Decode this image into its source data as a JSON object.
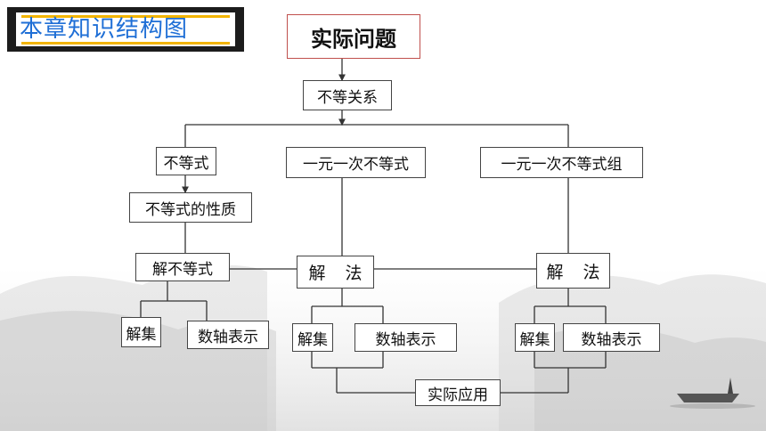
{
  "title": "本章知识结构图",
  "nodes": {
    "root": "实际问题",
    "relation": "不等关系",
    "inequality": "不等式",
    "linear_ineq": "一元一次不等式",
    "linear_ineq_group": "一元一次不等式组",
    "properties": "不等式的性质",
    "solve_ineq": "解不等式",
    "method_mid": "解 法",
    "method_right": "解 法",
    "solution_set_left": "解集",
    "number_line_left": "数轴表示",
    "solution_set_mid": "解集",
    "number_line_mid": "数轴表示",
    "solution_set_right": "解集",
    "number_line_right": "数轴表示",
    "application": "实际应用"
  },
  "colors": {
    "title_text": "#1f6fd6",
    "title_accent": "#f2b400",
    "root_border": "#c0504d",
    "line": "#333333"
  }
}
